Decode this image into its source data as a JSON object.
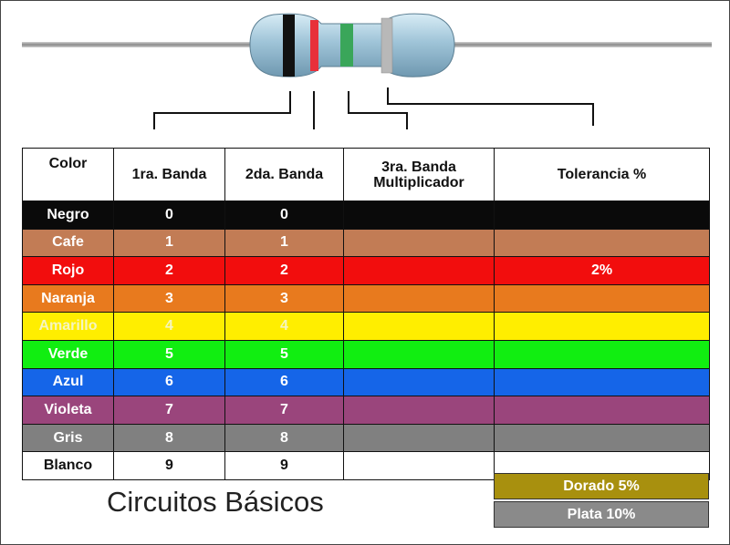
{
  "headers": {
    "color": "Color",
    "band1": "1ra. Banda",
    "band2": "2da. Banda",
    "band3_line1": "3ra. Banda",
    "band3_line2": "Multiplicador",
    "tolerance": "Tolerancia %"
  },
  "rows": [
    {
      "name": "Negro",
      "band1": "0",
      "band2": "0",
      "tolerance": "",
      "bg": "#0a0a0a",
      "fg": "#ffffff",
      "left_bg": "#0a0a0a",
      "left_fg": "#ffffff",
      "mult_bg": "#0a0a0a",
      "tol_bg": "#0a0a0a"
    },
    {
      "name": "Cafe",
      "band1": "1",
      "band2": "1",
      "tolerance": "",
      "bg": "#c27c55",
      "fg": "#ffffff",
      "left_bg": "#c27c55",
      "left_fg": "#ffffff",
      "mult_bg": "#c27c55",
      "tol_bg": "#c27c55"
    },
    {
      "name": "Rojo",
      "band1": "2",
      "band2": "2",
      "tolerance": "2%",
      "bg": "#f20d0d",
      "fg": "#ffffff",
      "left_bg": "#f20d0d",
      "left_fg": "#ffffff",
      "mult_bg": "#f20d0d",
      "tol_bg": "#f20d0d"
    },
    {
      "name": "Naranja",
      "band1": "3",
      "band2": "3",
      "tolerance": "",
      "bg": "#e87a1e",
      "fg": "#ffffff",
      "left_bg": "#e87a1e",
      "left_fg": "#ffffff",
      "mult_bg": "#e87a1e",
      "tol_bg": "#e87a1e"
    },
    {
      "name": "Amarillo",
      "band1": "4",
      "band2": "4",
      "tolerance": "",
      "bg": "#ffee00",
      "fg": "#f5f5c0",
      "left_bg": "#ffee00",
      "left_fg": "#f5f5c0",
      "mult_bg": "#ffee00",
      "tol_bg": "#ffee00"
    },
    {
      "name": "Verde",
      "band1": "5",
      "band2": "5",
      "tolerance": "",
      "bg": "#11ee11",
      "fg": "#ffffff",
      "left_bg": "#11ee11",
      "left_fg": "#ffffff",
      "mult_bg": "#11ee11",
      "tol_bg": "#11ee11"
    },
    {
      "name": "Azul",
      "band1": "6",
      "band2": "6",
      "tolerance": "",
      "bg": "#1565e8",
      "fg": "#ffffff",
      "left_bg": "#1565e8",
      "left_fg": "#ffffff",
      "mult_bg": "#1565e8",
      "tol_bg": "#1565e8"
    },
    {
      "name": "Violeta",
      "band1": "7",
      "band2": "7",
      "tolerance": "",
      "bg": "#9a457c",
      "fg": "#ffffff",
      "left_bg": "#9a457c",
      "left_fg": "#ffffff",
      "mult_bg": "#9a457c",
      "tol_bg": "#9a457c"
    },
    {
      "name": "Gris",
      "band1": "8",
      "band2": "8",
      "tolerance": "",
      "bg": "#808080",
      "fg": "#ffffff",
      "left_bg": "#808080",
      "left_fg": "#ffffff",
      "mult_bg": "#808080",
      "tol_bg": "#808080"
    },
    {
      "name": "Blanco",
      "band1": "9",
      "band2": "9",
      "tolerance": "",
      "bg": "#ffffff",
      "fg": "#111111",
      "left_bg": "#ffffff",
      "left_fg": "#111111",
      "mult_bg": "#ffffff",
      "tol_bg": "#ffffff"
    }
  ],
  "extra_tolerances": [
    {
      "label": "Dorado  5%",
      "bg": "#a8900e"
    },
    {
      "label": "Plata  10%",
      "bg": "#8a8a8a"
    }
  ],
  "title": "Circuitos Básicos",
  "resistor": {
    "body_color": "#9fc4d8",
    "band_colors": [
      "#111111",
      "#e8303a",
      "#3aa65a",
      "#b8b8b8"
    ]
  }
}
